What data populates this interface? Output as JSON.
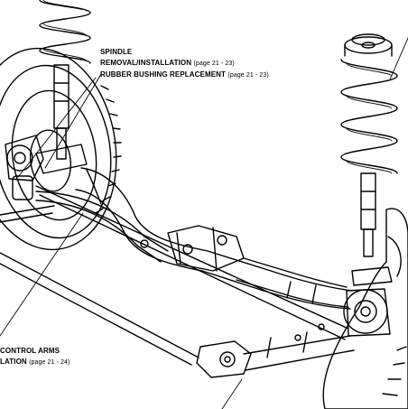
{
  "callouts": {
    "spindle": {
      "title": "SPINDLE",
      "line1": "REMOVAL/INSTALLATION",
      "line1_ref": "(page 21 - 23)",
      "line2": "RUBBER BUSHING REPLACEMENT",
      "line2_ref": "(page 21 - 23)"
    },
    "control_arms": {
      "title": "CONTROL ARMS",
      "line1": "LATION",
      "line1_ref": "(page 21 - 24)"
    }
  },
  "colors": {
    "ink": "#000000",
    "paper": "#ffffff"
  }
}
